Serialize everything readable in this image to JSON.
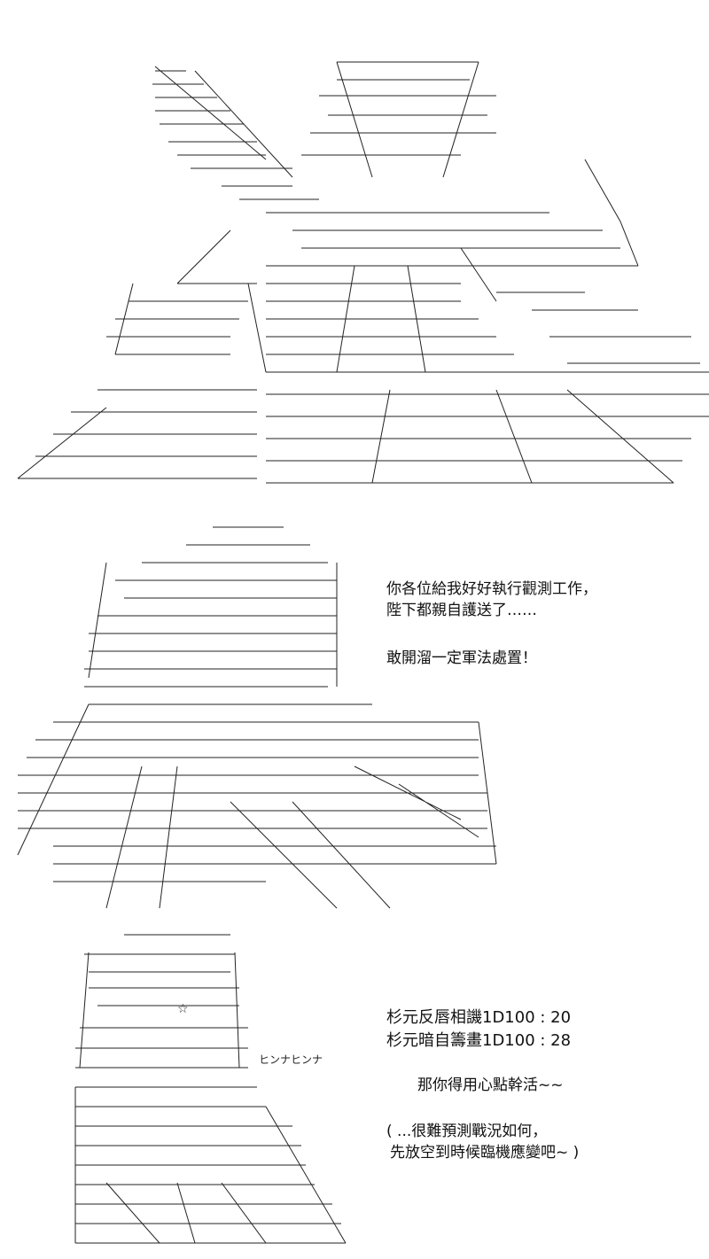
{
  "panels": [
    {
      "id": "panel-1",
      "description_role": "ascii-art-scene",
      "dialogue": []
    },
    {
      "id": "panel-2",
      "dialogue": {
        "line1": "你各位給我好好執行觀測工作，",
        "line2": "陛下都親自護送了……",
        "line3": "敢開溜一定軍法處置！"
      }
    },
    {
      "id": "panel-3",
      "sfx": "ヒンナヒンナ",
      "rolls": {
        "roll1": "杉元反唇相譏1D100 : 20",
        "roll2": "杉元暗自籌畫1D100 : 28"
      },
      "dialogue": {
        "line1": "那你得用心點幹活~~",
        "line2": "( ...很難預測戰況如何，",
        "line3": "先放空到時候臨機應變吧~ )"
      }
    }
  ],
  "colors": {
    "background": "#ffffff",
    "ink": "#111111"
  }
}
